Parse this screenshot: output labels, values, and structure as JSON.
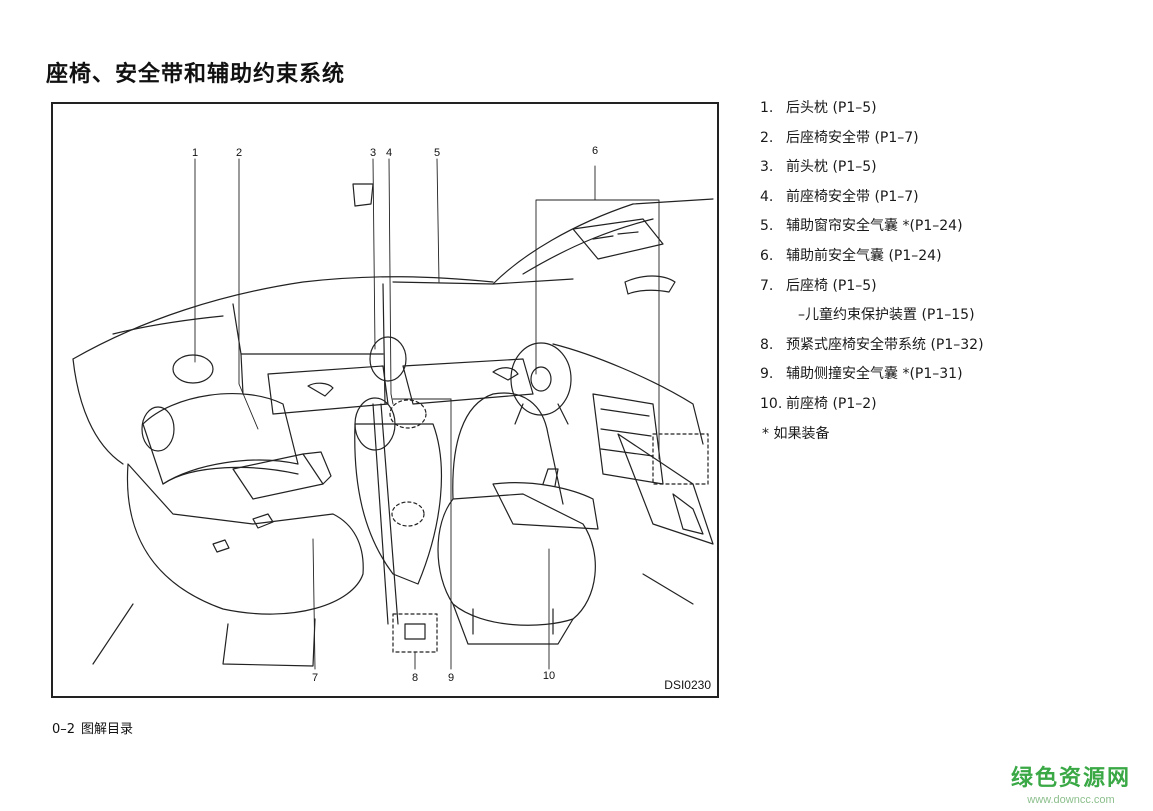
{
  "page": {
    "title": "座椅、安全带和辅助约束系统",
    "footer_page": "0–2",
    "footer_section": "图解目录"
  },
  "figure": {
    "code": "DSI0230",
    "callouts": [
      "1",
      "2",
      "3",
      "4",
      "5",
      "6",
      "7",
      "8",
      "9",
      "10"
    ]
  },
  "legend": [
    {
      "num": "1.",
      "text": "后头枕 (P1–5)"
    },
    {
      "num": "2.",
      "text": "后座椅安全带 (P1–7)"
    },
    {
      "num": "3.",
      "text": "前头枕 (P1–5)"
    },
    {
      "num": "4.",
      "text": "前座椅安全带 (P1–7)"
    },
    {
      "num": "5.",
      "text": "辅助窗帘安全气囊 *(P1–24)"
    },
    {
      "num": "6.",
      "text": "辅助前安全气囊 (P1–24)"
    },
    {
      "num": "7.",
      "text": "后座椅 (P1–5)"
    },
    {
      "text": "–儿童约束保护装置 (P1–15)"
    },
    {
      "num": "8.",
      "text": "预紧式座椅安全带系统 (P1–32)"
    },
    {
      "num": "9.",
      "text": "辅助侧撞安全气囊 *(P1–31)"
    },
    {
      "num": "10.",
      "text": "前座椅 (P1–2)"
    },
    {
      "text": "* 如果装备"
    }
  ],
  "watermark": {
    "main": "绿色资源网",
    "url": "www.downcc.com"
  }
}
